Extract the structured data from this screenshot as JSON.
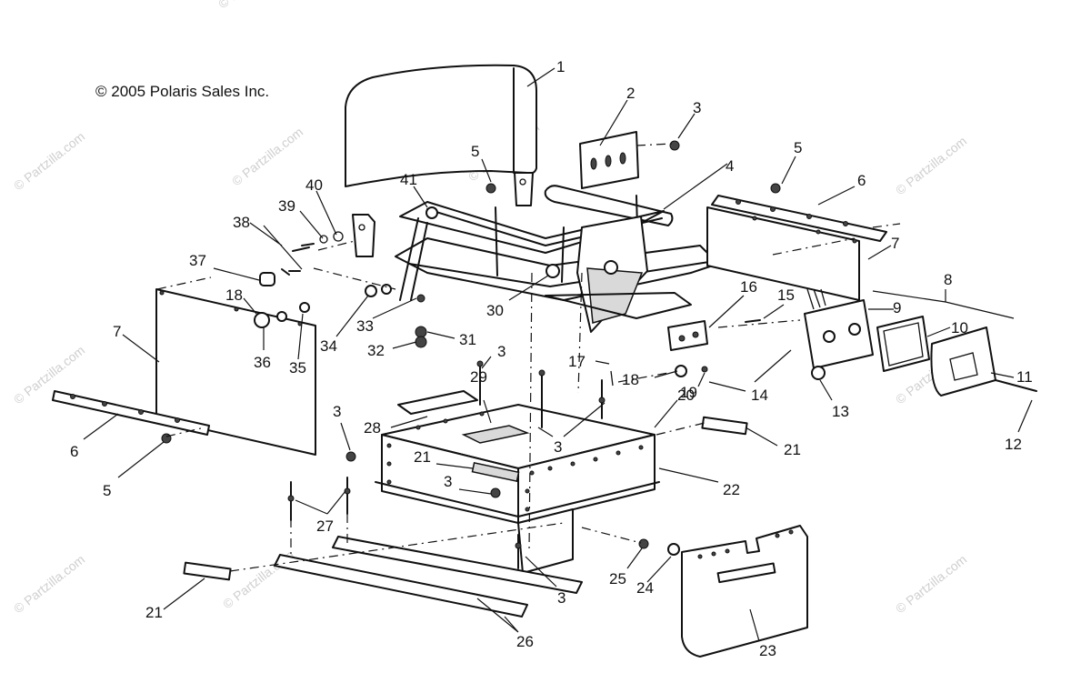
{
  "copyright": "© 2005 Polaris Sales Inc.",
  "watermark": "© Partzilla.com",
  "colors": {
    "line": "#111111",
    "watermark": "#cfcfcf",
    "background": "#ffffff"
  },
  "callouts": {
    "c1": "1",
    "c2": "2",
    "c3a": "3",
    "c4": "4",
    "c5a": "5",
    "c5b": "5",
    "c6a": "6",
    "c7a": "7",
    "c8": "8",
    "c9": "9",
    "c10": "10",
    "c11": "11",
    "c12": "12",
    "c13": "13",
    "c14": "14",
    "c15": "15",
    "c16": "16",
    "c17": "17",
    "c18a": "18",
    "c19": "19",
    "c37": "37",
    "c18b": "18",
    "c36": "36",
    "c35": "35",
    "c34": "34",
    "c33": "33",
    "c32": "32",
    "c31": "31",
    "c30": "30",
    "c38": "38",
    "c39": "39",
    "c40": "40",
    "c41": "41",
    "c7b": "7",
    "c6b": "6",
    "c5c": "5",
    "c3b": "3",
    "c3c": "3",
    "c3d": "3",
    "c3e": "3",
    "c3f": "3",
    "c28": "28",
    "c29": "29",
    "c20": "20",
    "c21a": "21",
    "c21b": "21",
    "c21c": "21",
    "c22": "22",
    "c27": "27",
    "c25": "25",
    "c24": "24",
    "c23": "23",
    "c26": "26"
  }
}
